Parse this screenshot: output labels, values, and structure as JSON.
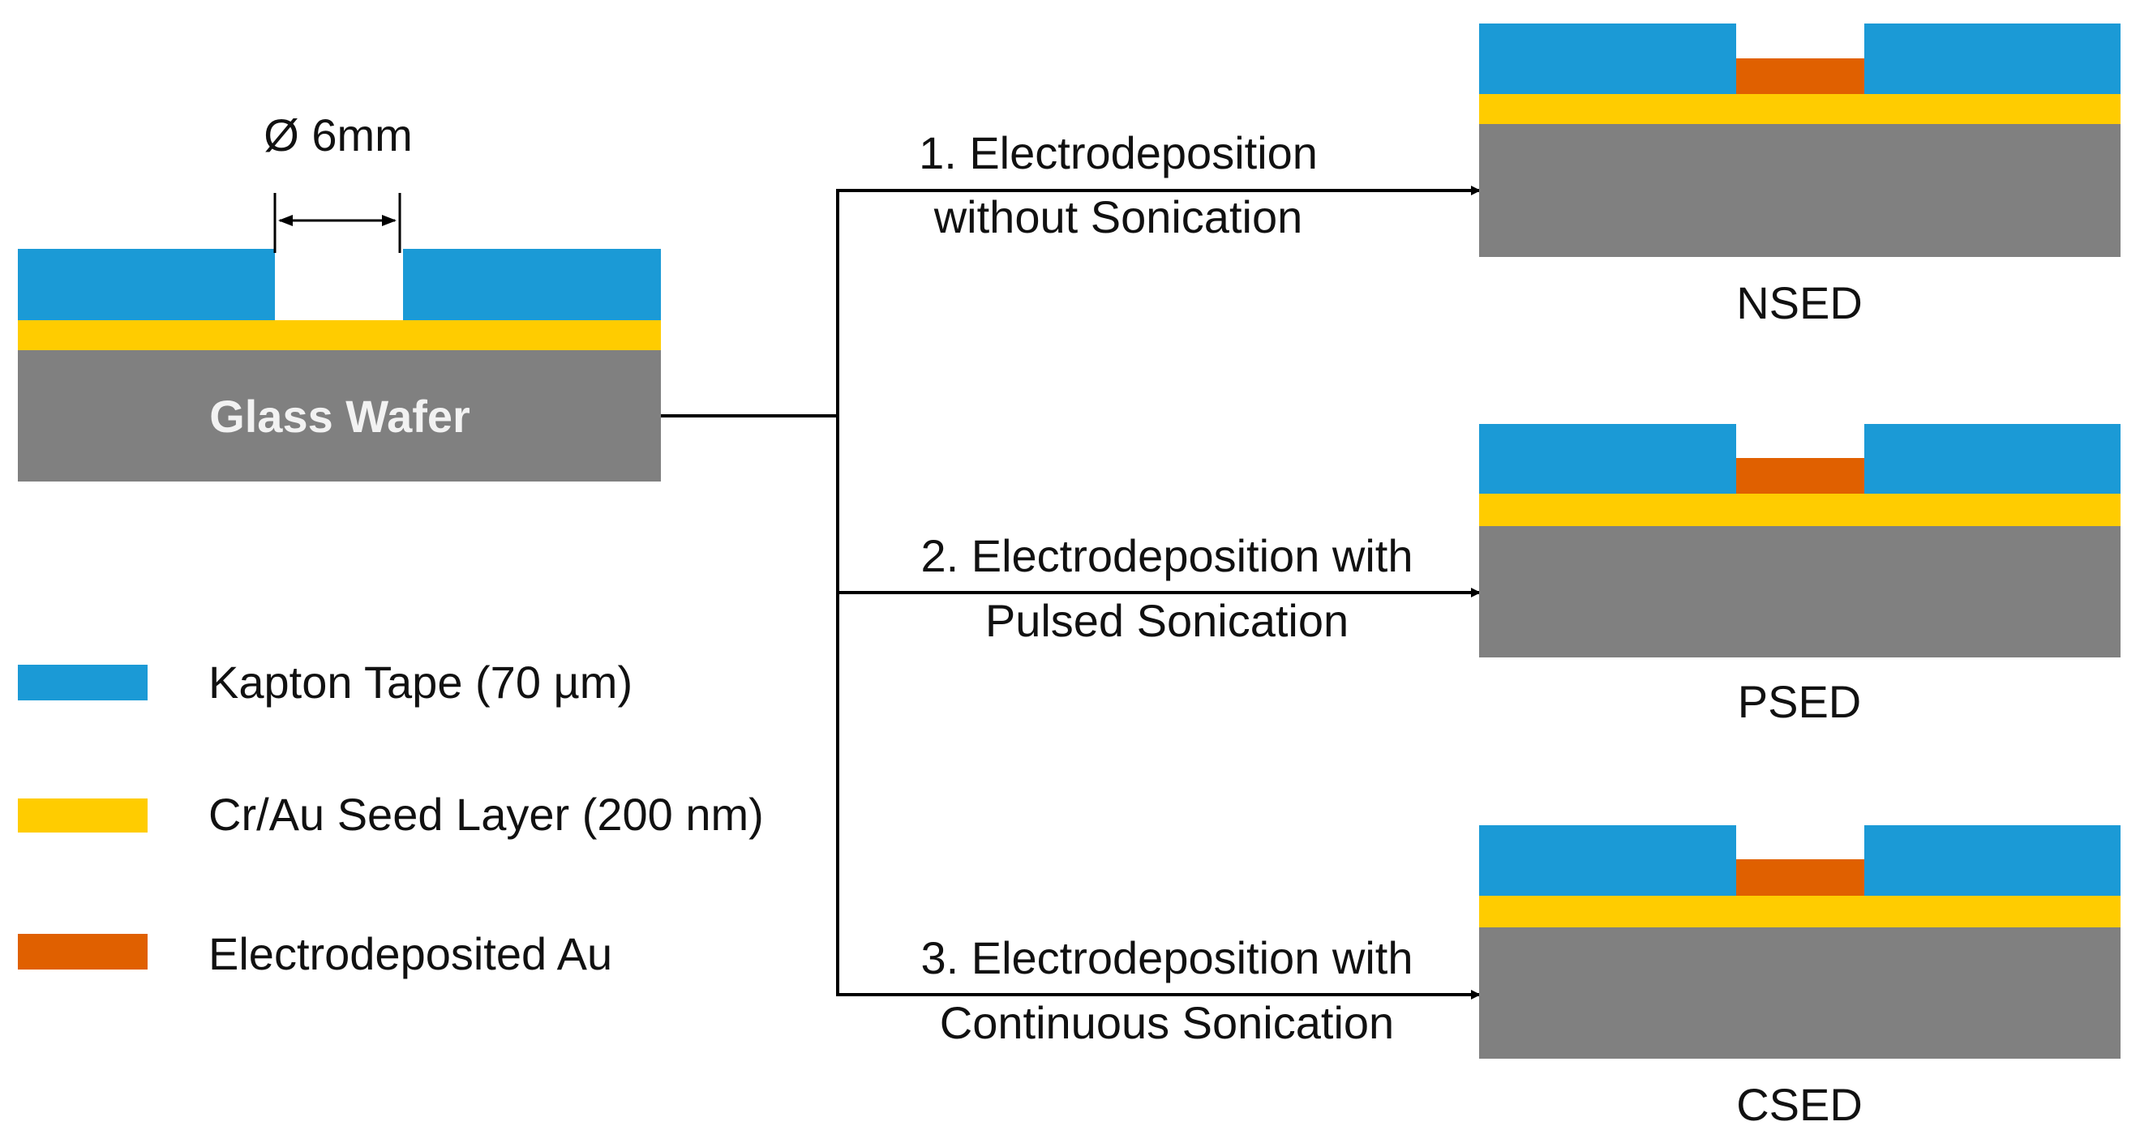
{
  "colors": {
    "kapton": "#1b9ad6",
    "seed": "#ffcc00",
    "au": "#e06000",
    "glass": "#808080",
    "line": "#000000"
  },
  "substrate": {
    "glass_label": "Glass Wafer",
    "diameter_label": "Ø 6mm"
  },
  "legend": [
    {
      "label": "Kapton Tape (70 µm)",
      "color": "#1b9ad6"
    },
    {
      "label": "Cr/Au Seed Layer (200 nm)",
      "color": "#ffcc00"
    },
    {
      "label": "Electrodeposited Au",
      "color": "#e06000"
    }
  ],
  "processes": [
    {
      "line1": "1. Electrodeposition",
      "line2": "without Sonication",
      "result": "NSED"
    },
    {
      "line1": "2. Electrodeposition with",
      "line2": "Pulsed Sonication",
      "result": "PSED"
    },
    {
      "line1": "3. Electrodeposition with",
      "line2": "Continuous Sonication",
      "result": "CSED"
    }
  ]
}
